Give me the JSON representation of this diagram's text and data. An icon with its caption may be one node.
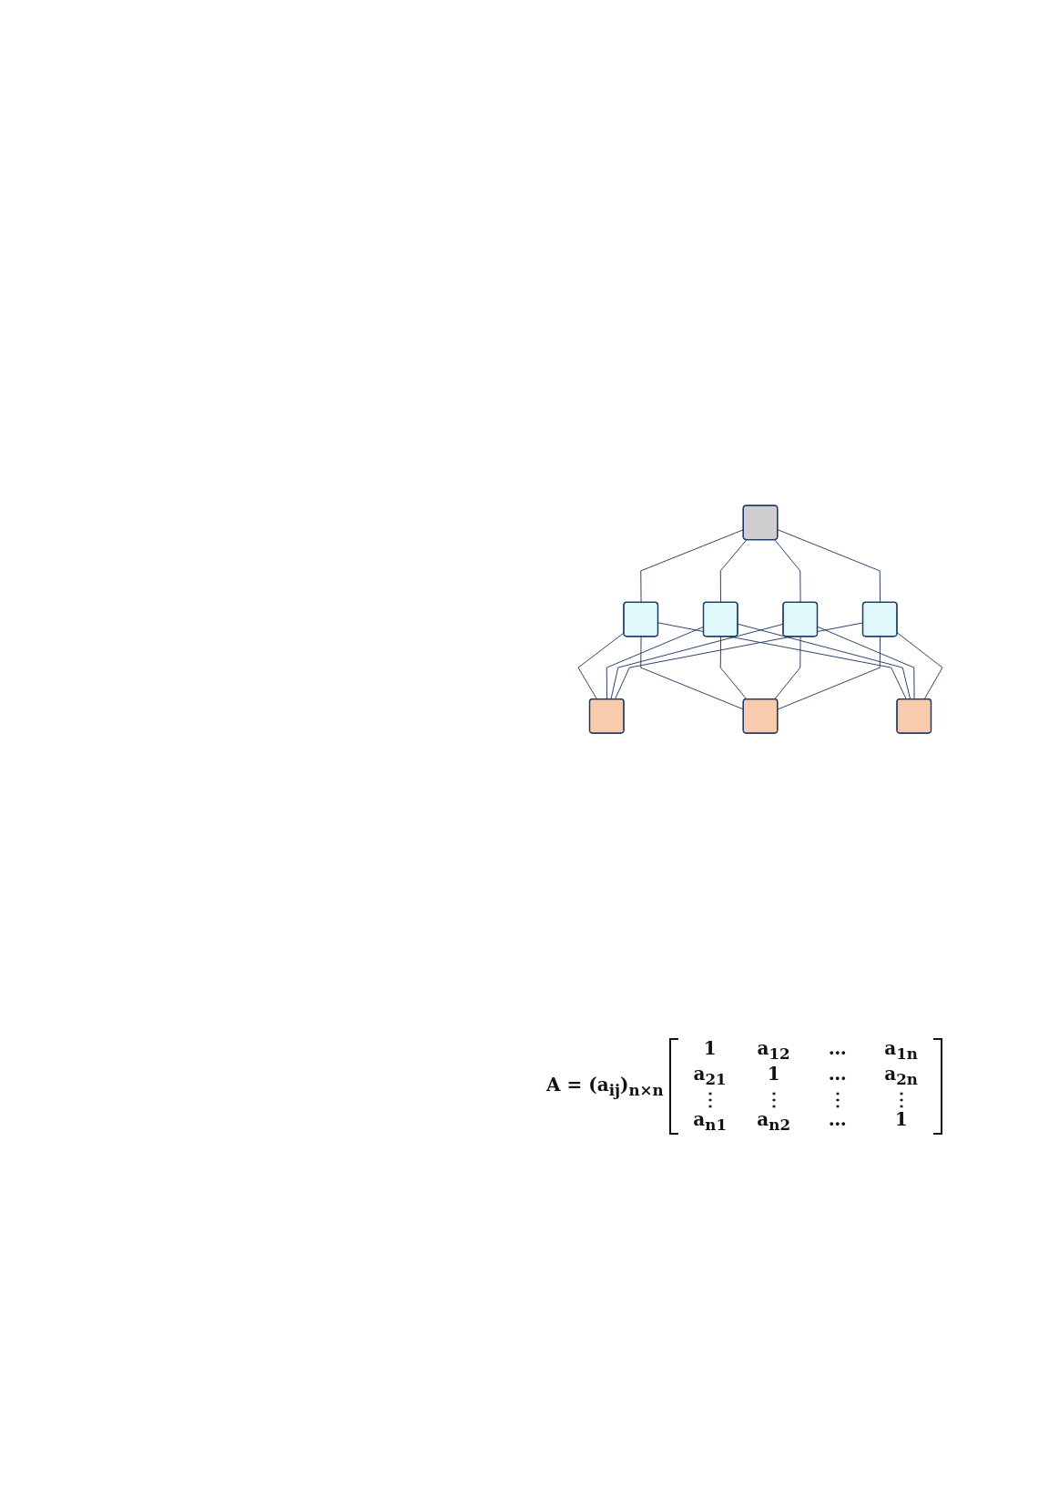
{
  "diagram": {
    "nodes": [
      {
        "text": [],
        "shape": "box"
      },
      {
        "text": [],
        "shape": "box"
      },
      {
        "text": [],
        "shape": "box"
      },
      {
        "text": [],
        "shape": "box"
      },
      {
        "text": [],
        "shape": "box"
      },
      {
        "text": [],
        "shape": "box"
      },
      {
        "text": [],
        "shape": "box"
      },
      {
        "text": [],
        "shape": "box"
      }
    ],
    "edges": [
      {
        "from": 0,
        "to": 1,
        "arrow": "none"
      },
      {
        "from": 0,
        "to": 2,
        "arrow": "none"
      },
      {
        "from": 0,
        "to": 3,
        "arrow": "none"
      },
      {
        "from": 0,
        "to": 4,
        "arrow": "none"
      },
      {
        "from": 1,
        "to": 5,
        "arrow": "none"
      },
      {
        "from": 1,
        "to": 6,
        "arrow": "none"
      },
      {
        "from": 1,
        "to": 7,
        "arrow": "none"
      },
      {
        "from": 2,
        "to": 5,
        "arrow": "none"
      },
      {
        "from": 2,
        "to": 6,
        "arrow": "none"
      },
      {
        "from": 2,
        "to": 7,
        "arrow": "none"
      },
      {
        "from": 3,
        "to": 5,
        "arrow": "none"
      },
      {
        "from": 3,
        "to": 6,
        "arrow": "none"
      },
      {
        "from": 3,
        "to": 7,
        "arrow": "none"
      },
      {
        "from": 4,
        "to": 5,
        "arrow": "none"
      },
      {
        "from": 4,
        "to": 6,
        "arrow": "none"
      },
      {
        "from": 4,
        "to": 7,
        "arrow": "none"
      }
    ],
    "labels": [
      "A = (a$_{ij}$)$_{n×n}$",
      "1",
      "a$_{12}$",
      "…",
      "a$_{1n}$",
      "a$_{21}$",
      "1",
      "…",
      "a$_{2n}$",
      "⋮",
      "⋮",
      "⋮",
      "⋮",
      "a$_{n1}$",
      "a$_{n2}$",
      "…",
      "1"
    ]
  }
}
